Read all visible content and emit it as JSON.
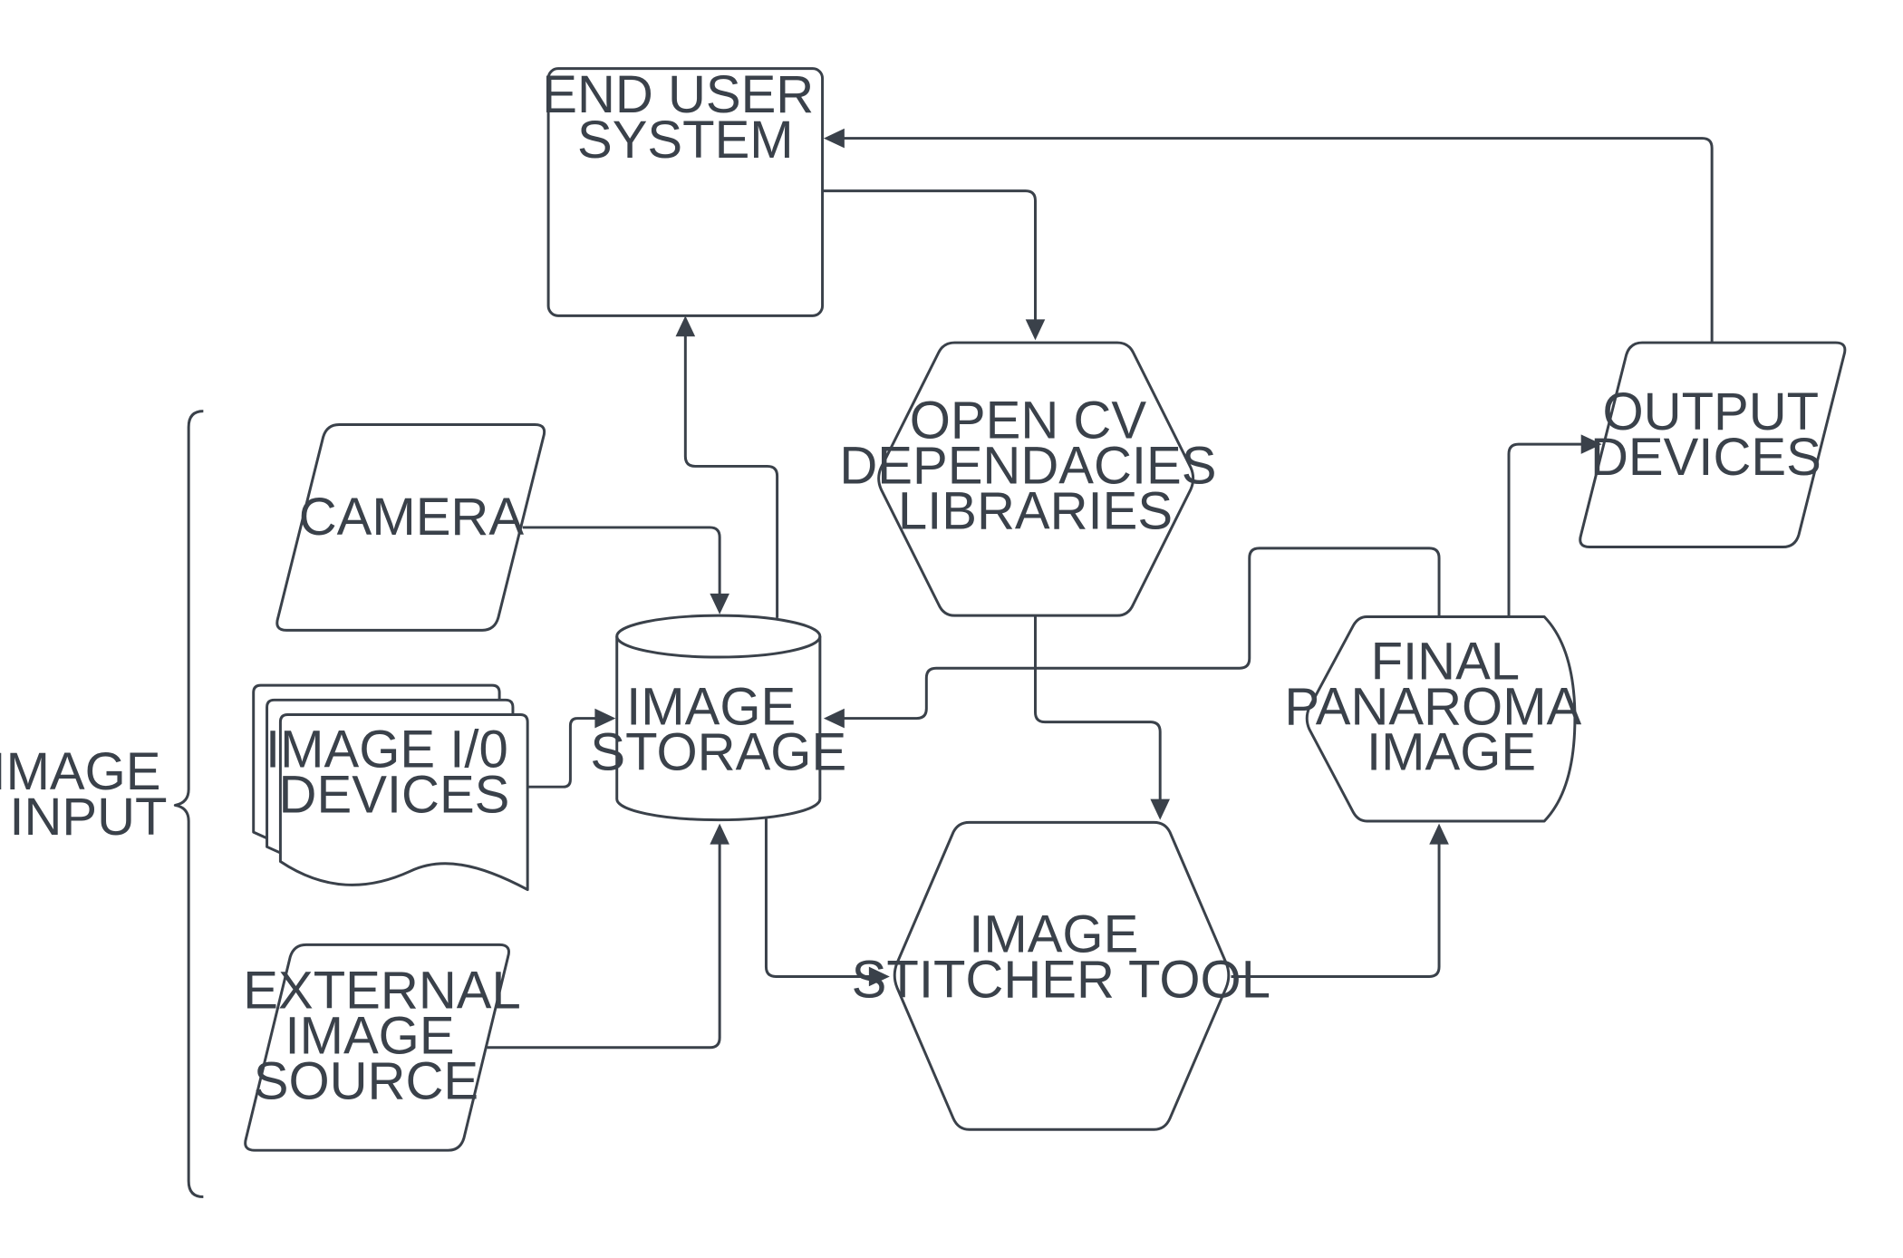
{
  "diagram": {
    "line_color": "#3a414a",
    "background": "#ffffff",
    "group": {
      "label_lines": [
        "IMAGE",
        "INPUT"
      ]
    },
    "nodes": {
      "end_user_system": {
        "shape": "rectangle",
        "label_lines": [
          "END USER",
          "SYSTEM"
        ]
      },
      "camera": {
        "shape": "parallelogram",
        "label_lines": [
          "CAMERA"
        ]
      },
      "image_io_devices": {
        "shape": "multi-document",
        "label_lines": [
          "IMAGE I/0",
          "DEVICES"
        ]
      },
      "external_image_source": {
        "shape": "parallelogram",
        "label_lines": [
          "EXTERNAL",
          "IMAGE",
          "SOURCE"
        ]
      },
      "image_storage": {
        "shape": "cylinder",
        "label_lines": [
          "IMAGE",
          "STORAGE"
        ]
      },
      "open_cv": {
        "shape": "hexagon",
        "label_lines": [
          "OPEN CV",
          "DEPENDACIES",
          "LIBRARIES"
        ]
      },
      "image_stitcher_tool": {
        "shape": "hexagon",
        "label_lines": [
          "IMAGE",
          "STITCHER TOOL"
        ]
      },
      "final_panaroma_image": {
        "shape": "display",
        "label_lines": [
          "FINAL",
          "PANAROMA",
          "IMAGE"
        ]
      },
      "output_devices": {
        "shape": "parallelogram",
        "label_lines": [
          "OUTPUT",
          "DEVICES"
        ]
      }
    },
    "edges": [
      {
        "from": "camera",
        "to": "image_storage"
      },
      {
        "from": "image_io_devices",
        "to": "image_storage"
      },
      {
        "from": "external_image_source",
        "to": "image_storage"
      },
      {
        "from": "image_storage",
        "to": "end_user_system"
      },
      {
        "from": "end_user_system",
        "to": "open_cv"
      },
      {
        "from": "open_cv",
        "to": "image_stitcher_tool"
      },
      {
        "from": "image_storage",
        "to": "image_stitcher_tool"
      },
      {
        "from": "image_stitcher_tool",
        "to": "final_panaroma_image"
      },
      {
        "from": "final_panaroma_image",
        "to": "image_storage"
      },
      {
        "from": "final_panaroma_image",
        "to": "output_devices"
      },
      {
        "from": "output_devices",
        "to": "end_user_system"
      }
    ]
  }
}
